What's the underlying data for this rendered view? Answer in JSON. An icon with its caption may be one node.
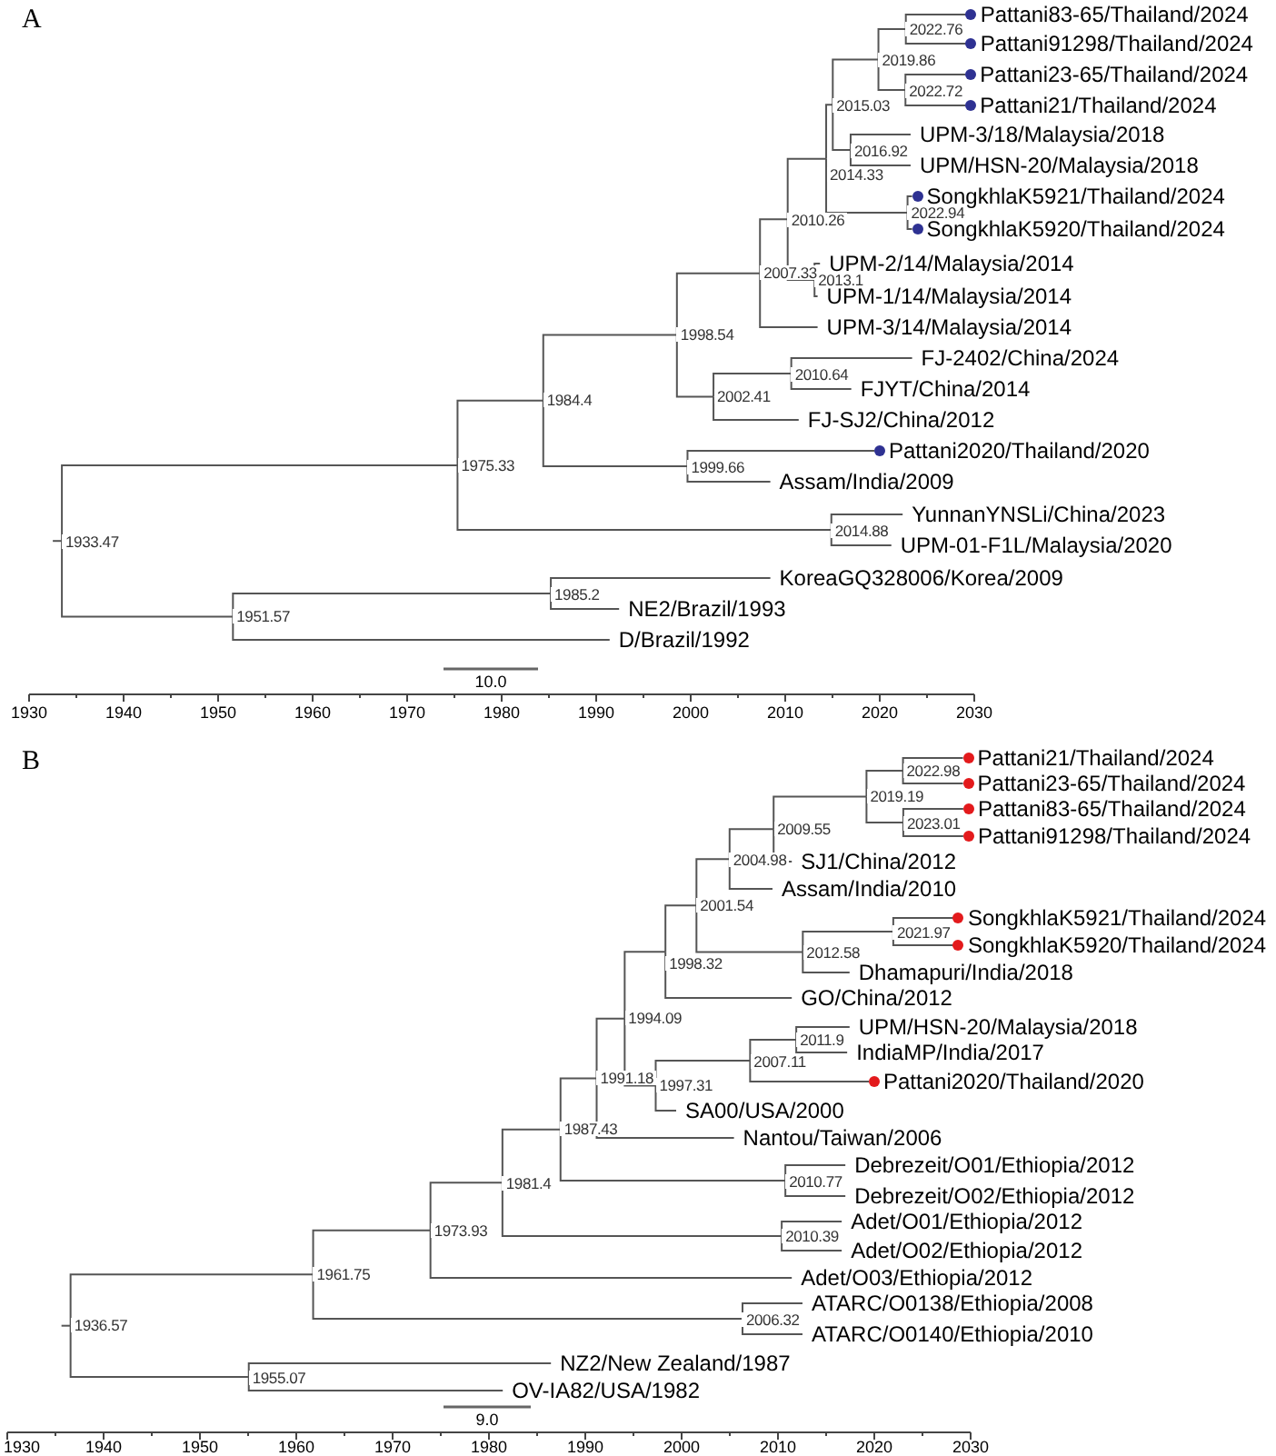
{
  "diagram": {
    "nodes": [
      {
        "text": [
          "Pattani83-65/Thailand/2024"
        ]
      },
      {
        "text": [
          "Pattani91298/Thailand/2024"
        ]
      },
      {
        "text": [
          "Pattani23-65/Thailand/2024"
        ]
      },
      {
        "text": [
          "Pattani21/Thailand/2024"
        ]
      },
      {
        "text": [
          "UPM-3/18/Malaysia/2018"
        ]
      },
      {
        "text": [
          "UPM/HSN-20/Malaysia/2018"
        ]
      },
      {
        "text": [
          "SongkhlaK5921/Thailand/2024"
        ]
      },
      {
        "text": [
          "SongkhlaK5920/Thailand/2024"
        ]
      },
      {
        "text": [
          "UPM-2/14/Malaysia/2014"
        ]
      },
      {
        "text": [
          "UPM-1/14/Malaysia/2014"
        ]
      },
      {
        "text": [
          "UPM-3/14/Malaysia/2014"
        ]
      },
      {
        "text": [
          "FJ-2402/China/2024"
        ]
      },
      {
        "text": [
          "FJYT/China/2014"
        ]
      },
      {
        "text": [
          "FJ-SJ2/China/2012"
        ]
      },
      {
        "text": [
          "Pattani2020/Thailand/2020"
        ]
      },
      {
        "text": [
          "Assam/India/2009"
        ]
      },
      {
        "text": [
          "YunnanYNSLi/China/2023"
        ]
      },
      {
        "text": [
          "UPM-01-F1L/Malaysia/2020"
        ]
      },
      {
        "text": [
          "KoreaGQ328006/Korea/2009"
        ]
      },
      {
        "text": [
          "NE2/Brazil/1993"
        ]
      },
      {
        "text": [
          "D/Brazil/1992"
        ]
      },
      {
        "text": [
          "2022.76"
        ]
      },
      {
        "text": [
          "2022.72"
        ]
      },
      {
        "text": [
          "2019.86"
        ]
      },
      {
        "text": [
          "2016.92"
        ]
      },
      {
        "text": [
          "2015.03"
        ]
      },
      {
        "text": [
          "2022.94"
        ]
      },
      {
        "text": [
          "2014.33"
        ]
      },
      {
        "text": [
          "2013.1"
        ]
      },
      {
        "text": [
          "2010.26"
        ]
      },
      {
        "text": [
          "2007.33"
        ]
      },
      {
        "text": [
          "2010.64"
        ]
      },
      {
        "text": [
          "2002.41"
        ]
      },
      {
        "text": [
          "1998.54"
        ]
      },
      {
        "text": [
          "1999.66"
        ]
      },
      {
        "text": [
          "1984.4"
        ]
      },
      {
        "text": [
          "2014.88"
        ]
      },
      {
        "text": [
          "1975.33"
        ]
      },
      {
        "text": [
          "1985.2"
        ]
      },
      {
        "text": [
          "1951.57"
        ]
      },
      {
        "text": [
          "1933.47"
        ]
      },
      {
        "text": [
          "Pattani21/Thailand/2024"
        ]
      },
      {
        "text": [
          "Pattani23-65/Thailand/2024"
        ]
      },
      {
        "text": [
          "Pattani83-65/Thailand/2024"
        ]
      },
      {
        "text": [
          "Pattani91298/Thailand/2024"
        ]
      },
      {
        "text": [
          "SJ1/China/2012"
        ]
      },
      {
        "text": [
          "Assam/India/2010"
        ]
      },
      {
        "text": [
          "SongkhlaK5921/Thailand/2024"
        ]
      },
      {
        "text": [
          "SongkhlaK5920/Thailand/2024"
        ]
      },
      {
        "text": [
          "Dhamapuri/India/2018"
        ]
      },
      {
        "text": [
          "GO/China/2012"
        ]
      },
      {
        "text": [
          "UPM/HSN-20/Malaysia/2018"
        ]
      },
      {
        "text": [
          "IndiaMP/India/2017"
        ]
      },
      {
        "text": [
          "Pattani2020/Thailand/2020"
        ]
      },
      {
        "text": [
          "SA00/USA/2000"
        ]
      },
      {
        "text": [
          "Nantou/Taiwan/2006"
        ]
      },
      {
        "text": [
          "Debrezeit/O01/Ethiopia/2012"
        ]
      },
      {
        "text": [
          "Debrezeit/O02/Ethiopia/2012"
        ]
      },
      {
        "text": [
          "Adet/O01/Ethiopia/2012"
        ]
      },
      {
        "text": [
          "Adet/O02/Ethiopia/2012"
        ]
      },
      {
        "text": [
          "Adet/O03/Ethiopia/2012"
        ]
      },
      {
        "text": [
          "ATARC/O0138/Ethiopia/2008"
        ]
      },
      {
        "text": [
          "ATARC/O0140/Ethiopia/2010"
        ]
      },
      {
        "text": [
          "NZ2/New Zealand/1987"
        ]
      },
      {
        "text": [
          "OV-IA82/USA/1982"
        ]
      },
      {
        "text": [
          "2022.98"
        ]
      },
      {
        "text": [
          "2023.01"
        ]
      },
      {
        "text": [
          "2019.19"
        ]
      },
      {
        "text": [
          "2009.55"
        ]
      },
      {
        "text": [
          "2004.98"
        ]
      },
      {
        "text": [
          "2021.97"
        ]
      },
      {
        "text": [
          "2012.58"
        ]
      },
      {
        "text": [
          "2001.54"
        ]
      },
      {
        "text": [
          "1998.32"
        ]
      },
      {
        "text": [
          "2011.9"
        ]
      },
      {
        "text": [
          "2007.11"
        ]
      },
      {
        "text": [
          "1997.31"
        ]
      },
      {
        "text": [
          "1994.09"
        ]
      },
      {
        "text": [
          "1991.18"
        ]
      },
      {
        "text": [
          "2010.77"
        ]
      },
      {
        "text": [
          "1987.43"
        ]
      },
      {
        "text": [
          "2010.39"
        ]
      },
      {
        "text": [
          "1981.4"
        ]
      },
      {
        "text": [
          "1973.93"
        ]
      },
      {
        "text": [
          "2006.32"
        ]
      },
      {
        "text": [
          "1961.75"
        ]
      },
      {
        "text": [
          "1955.07"
        ]
      },
      {
        "text": [
          "1936.57"
        ]
      }
    ],
    "edges": [
      {
        "from": 21,
        "to": 0,
        "arrow": "none"
      },
      {
        "from": 21,
        "to": 1,
        "arrow": "none"
      },
      {
        "from": 22,
        "to": 2,
        "arrow": "none"
      },
      {
        "from": 22,
        "to": 3,
        "arrow": "none"
      },
      {
        "from": 23,
        "to": 21,
        "arrow": "none"
      },
      {
        "from": 23,
        "to": 22,
        "arrow": "none"
      },
      {
        "from": 24,
        "to": 4,
        "arrow": "none"
      },
      {
        "from": 24,
        "to": 5,
        "arrow": "none"
      },
      {
        "from": 25,
        "to": 23,
        "arrow": "none"
      },
      {
        "from": 25,
        "to": 24,
        "arrow": "none"
      },
      {
        "from": 26,
        "to": 6,
        "arrow": "none"
      },
      {
        "from": 26,
        "to": 7,
        "arrow": "none"
      },
      {
        "from": 27,
        "to": 25,
        "arrow": "none"
      },
      {
        "from": 27,
        "to": 26,
        "arrow": "none"
      },
      {
        "from": 28,
        "to": 8,
        "arrow": "none"
      },
      {
        "from": 28,
        "to": 9,
        "arrow": "none"
      },
      {
        "from": 29,
        "to": 27,
        "arrow": "none"
      },
      {
        "from": 29,
        "to": 28,
        "arrow": "none"
      },
      {
        "from": 30,
        "to": 29,
        "arrow": "none"
      },
      {
        "from": 30,
        "to": 10,
        "arrow": "none"
      },
      {
        "from": 31,
        "to": 11,
        "arrow": "none"
      },
      {
        "from": 31,
        "to": 12,
        "arrow": "none"
      },
      {
        "from": 32,
        "to": 31,
        "arrow": "none"
      },
      {
        "from": 32,
        "to": 13,
        "arrow": "none"
      },
      {
        "from": 33,
        "to": 30,
        "arrow": "none"
      },
      {
        "from": 33,
        "to": 32,
        "arrow": "none"
      },
      {
        "from": 34,
        "to": 14,
        "arrow": "none"
      },
      {
        "from": 34,
        "to": 15,
        "arrow": "none"
      },
      {
        "from": 35,
        "to": 33,
        "arrow": "none"
      },
      {
        "from": 35,
        "to": 34,
        "arrow": "none"
      },
      {
        "from": 36,
        "to": 16,
        "arrow": "none"
      },
      {
        "from": 36,
        "to": 17,
        "arrow": "none"
      },
      {
        "from": 37,
        "to": 35,
        "arrow": "none"
      },
      {
        "from": 37,
        "to": 36,
        "arrow": "none"
      },
      {
        "from": 38,
        "to": 18,
        "arrow": "none"
      },
      {
        "from": 38,
        "to": 19,
        "arrow": "none"
      },
      {
        "from": 39,
        "to": 38,
        "arrow": "none"
      },
      {
        "from": 39,
        "to": 20,
        "arrow": "none"
      },
      {
        "from": 40,
        "to": 37,
        "arrow": "none"
      },
      {
        "from": 40,
        "to": 39,
        "arrow": "none"
      },
      {
        "from": 65,
        "to": 41,
        "arrow": "none"
      },
      {
        "from": 65,
        "to": 42,
        "arrow": "none"
      },
      {
        "from": 66,
        "to": 43,
        "arrow": "none"
      },
      {
        "from": 66,
        "to": 44,
        "arrow": "none"
      },
      {
        "from": 67,
        "to": 65,
        "arrow": "none"
      },
      {
        "from": 67,
        "to": 66,
        "arrow": "none"
      },
      {
        "from": 68,
        "to": 67,
        "arrow": "none"
      },
      {
        "from": 68,
        "to": 45,
        "arrow": "none"
      },
      {
        "from": 69,
        "to": 68,
        "arrow": "none"
      },
      {
        "from": 69,
        "to": 46,
        "arrow": "none"
      },
      {
        "from": 70,
        "to": 47,
        "arrow": "none"
      },
      {
        "from": 70,
        "to": 48,
        "arrow": "none"
      },
      {
        "from": 71,
        "to": 70,
        "arrow": "none"
      },
      {
        "from": 71,
        "to": 49,
        "arrow": "none"
      },
      {
        "from": 72,
        "to": 69,
        "arrow": "none"
      },
      {
        "from": 72,
        "to": 71,
        "arrow": "none"
      },
      {
        "from": 73,
        "to": 72,
        "arrow": "none"
      },
      {
        "from": 73,
        "to": 50,
        "arrow": "none"
      },
      {
        "from": 74,
        "to": 51,
        "arrow": "none"
      },
      {
        "from": 74,
        "to": 52,
        "arrow": "none"
      },
      {
        "from": 75,
        "to": 74,
        "arrow": "none"
      },
      {
        "from": 75,
        "to": 53,
        "arrow": "none"
      },
      {
        "from": 76,
        "to": 75,
        "arrow": "none"
      },
      {
        "from": 76,
        "to": 54,
        "arrow": "none"
      },
      {
        "from": 77,
        "to": 73,
        "arrow": "none"
      },
      {
        "from": 77,
        "to": 76,
        "arrow": "none"
      },
      {
        "from": 78,
        "to": 77,
        "arrow": "none"
      },
      {
        "from": 78,
        "to": 55,
        "arrow": "none"
      },
      {
        "from": 79,
        "to": 56,
        "arrow": "none"
      },
      {
        "from": 79,
        "to": 57,
        "arrow": "none"
      },
      {
        "from": 80,
        "to": 78,
        "arrow": "none"
      },
      {
        "from": 80,
        "to": 79,
        "arrow": "none"
      },
      {
        "from": 81,
        "to": 58,
        "arrow": "none"
      },
      {
        "from": 81,
        "to": 59,
        "arrow": "none"
      },
      {
        "from": 82,
        "to": 80,
        "arrow": "none"
      },
      {
        "from": 82,
        "to": 81,
        "arrow": "none"
      },
      {
        "from": 83,
        "to": 82,
        "arrow": "none"
      },
      {
        "from": 83,
        "to": 60,
        "arrow": "none"
      },
      {
        "from": 84,
        "to": 61,
        "arrow": "none"
      },
      {
        "from": 84,
        "to": 62,
        "arrow": "none"
      },
      {
        "from": 85,
        "to": 83,
        "arrow": "none"
      },
      {
        "from": 85,
        "to": 84,
        "arrow": "none"
      },
      {
        "from": 86,
        "to": 63,
        "arrow": "none"
      },
      {
        "from": 86,
        "to": 64,
        "arrow": "none"
      },
      {
        "from": 87,
        "to": 85,
        "arrow": "none"
      },
      {
        "from": 87,
        "to": 86,
        "arrow": "none"
      }
    ],
    "labels": [
      "A",
      "10.0",
      "1930",
      "1940",
      "1950",
      "1960",
      "1970",
      "1980",
      "1990",
      "2000",
      "2010",
      "2020",
      "2030",
      "B",
      "9.0",
      "1930",
      "1940",
      "1950",
      "1960",
      "1970",
      "1980",
      "1990",
      "2000",
      "2010",
      "2020",
      "2030"
    ]
  }
}
